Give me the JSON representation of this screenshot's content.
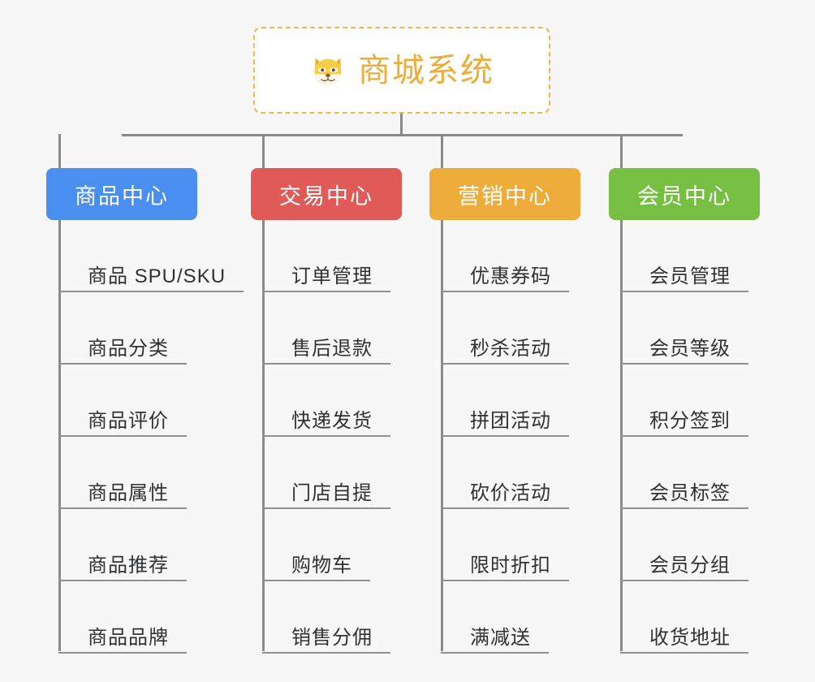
{
  "page": {
    "background_color": "#f7f7f7",
    "type": "mindmap-org-chart"
  },
  "root": {
    "icon": "shiba-dog-face-emoji",
    "title": "商城系统",
    "title_color": "#eead3a",
    "border_color": "#f0b849",
    "background_color": "#ffffff"
  },
  "branches": [
    {
      "label": "商品中心",
      "color": "#4a8ef0",
      "items": [
        "商品 SPU/SKU",
        "商品分类",
        "商品评价",
        "商品属性",
        "商品推荐",
        "商品品牌"
      ]
    },
    {
      "label": "交易中心",
      "color": "#e05a58",
      "items": [
        "订单管理",
        "售后退款",
        "快递发货",
        "门店自提",
        "购物车",
        "销售分佣"
      ]
    },
    {
      "label": "营销中心",
      "color": "#eead3a",
      "items": [
        "优惠券码",
        "秒杀活动",
        "拼团活动",
        "砍价活动",
        "限时折扣",
        "满减送"
      ]
    },
    {
      "label": "会员中心",
      "color": "#76bf43",
      "items": [
        "会员管理",
        "会员等级",
        "积分签到",
        "会员标签",
        "会员分组",
        "收货地址"
      ]
    }
  ],
  "connector_color": "#888a8c",
  "leaf_text_color": "#303133",
  "leaf_rule_color": "#8e9093"
}
